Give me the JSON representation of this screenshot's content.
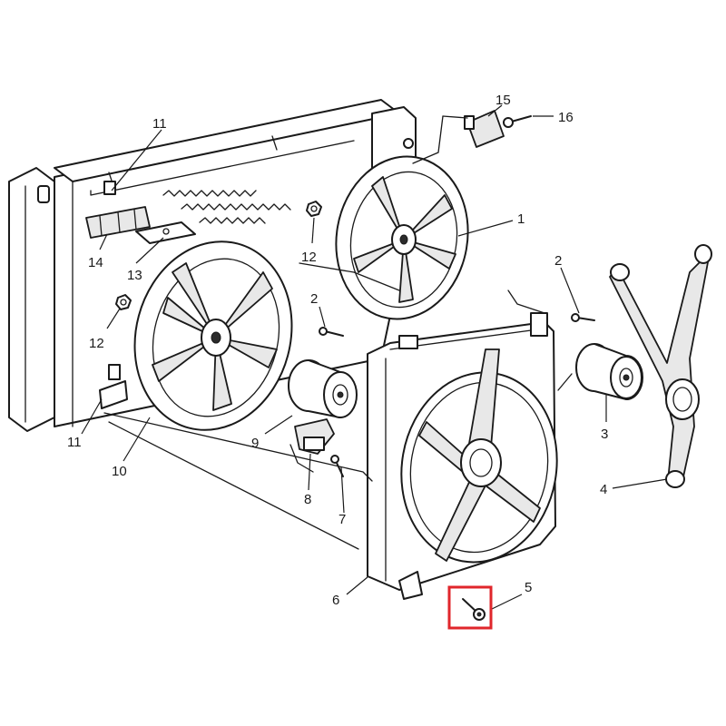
{
  "callouts": [
    {
      "id": "1",
      "text": "1"
    },
    {
      "id": "2a",
      "text": "2"
    },
    {
      "id": "2b",
      "text": "2"
    },
    {
      "id": "3",
      "text": "3"
    },
    {
      "id": "4",
      "text": "4"
    },
    {
      "id": "5",
      "text": "5"
    },
    {
      "id": "6",
      "text": "6"
    },
    {
      "id": "7",
      "text": "7"
    },
    {
      "id": "8",
      "text": "8"
    },
    {
      "id": "9",
      "text": "9"
    },
    {
      "id": "10",
      "text": "10"
    },
    {
      "id": "11a",
      "text": "11"
    },
    {
      "id": "11b",
      "text": "11"
    },
    {
      "id": "12a",
      "text": "12"
    },
    {
      "id": "12b",
      "text": "12"
    },
    {
      "id": "13",
      "text": "13"
    },
    {
      "id": "14",
      "text": "14"
    },
    {
      "id": "15",
      "text": "15"
    },
    {
      "id": "16",
      "text": "16"
    }
  ],
  "highlight": {
    "part": "5",
    "color": "#e0262b"
  },
  "colors": {
    "line": "#1a1a1a",
    "background": "#ffffff"
  }
}
